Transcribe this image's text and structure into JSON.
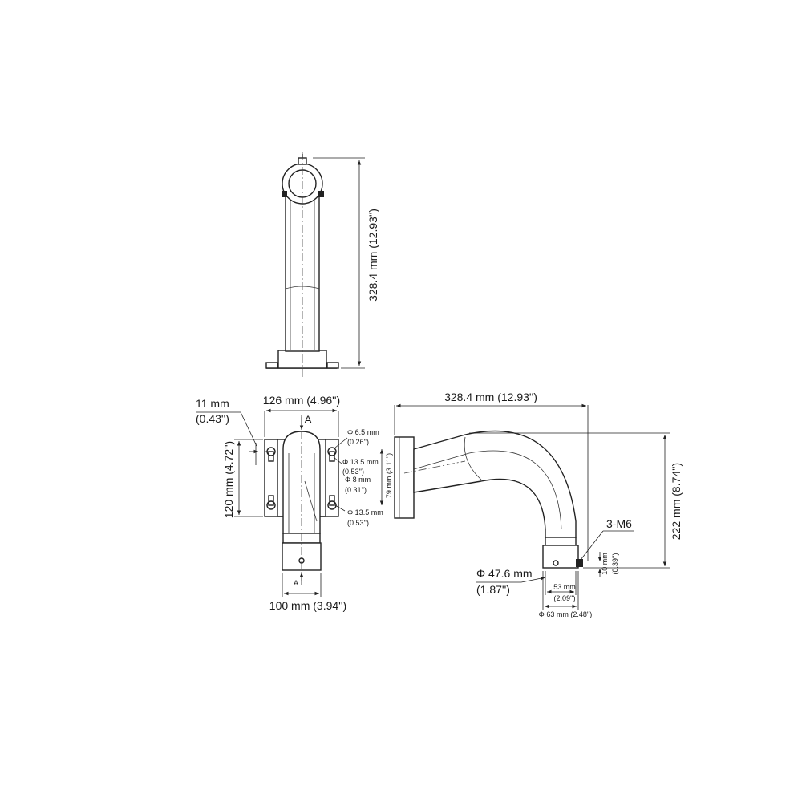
{
  "top_view": {
    "height_dim": "328.4 mm (12.93'')"
  },
  "front_view": {
    "width_top_dim": "126 mm (4.96'')",
    "width_bottom_dim": "100 mm (3.94'')",
    "height_dim": "120 mm (4.72'')",
    "offset_dim_mm": "11 mm",
    "offset_dim_in": "(0.43'')",
    "section_mark": "A",
    "section_mark_small": "A",
    "hole1_mm": "Φ 6.5 mm",
    "hole1_in": "(0.26'')",
    "hole2_mm": "Φ 13.5 mm",
    "hole2_in": "(0.53'')",
    "hole3_mm": "Φ 8 mm",
    "hole3_in": "(0.31'')",
    "hole4_mm": "Φ 13.5 mm",
    "hole4_in": "(0.53'')",
    "plate_height_dim": "79 mm (3.11'')"
  },
  "side_view": {
    "length_dim": "328.4 mm (12.93'')",
    "height_dim": "222 mm (8.74'')",
    "screw_label": "3-M6",
    "inner_dia_mm": "Φ 47.6 mm",
    "inner_dia_in": "(1.87'')",
    "collar_mm": "53 mm",
    "collar_in": "(2.09'')",
    "outer_dia": "Φ 63 mm (2.48'')",
    "thread_mm": "10 mm",
    "thread_in": "(0.39'')"
  }
}
